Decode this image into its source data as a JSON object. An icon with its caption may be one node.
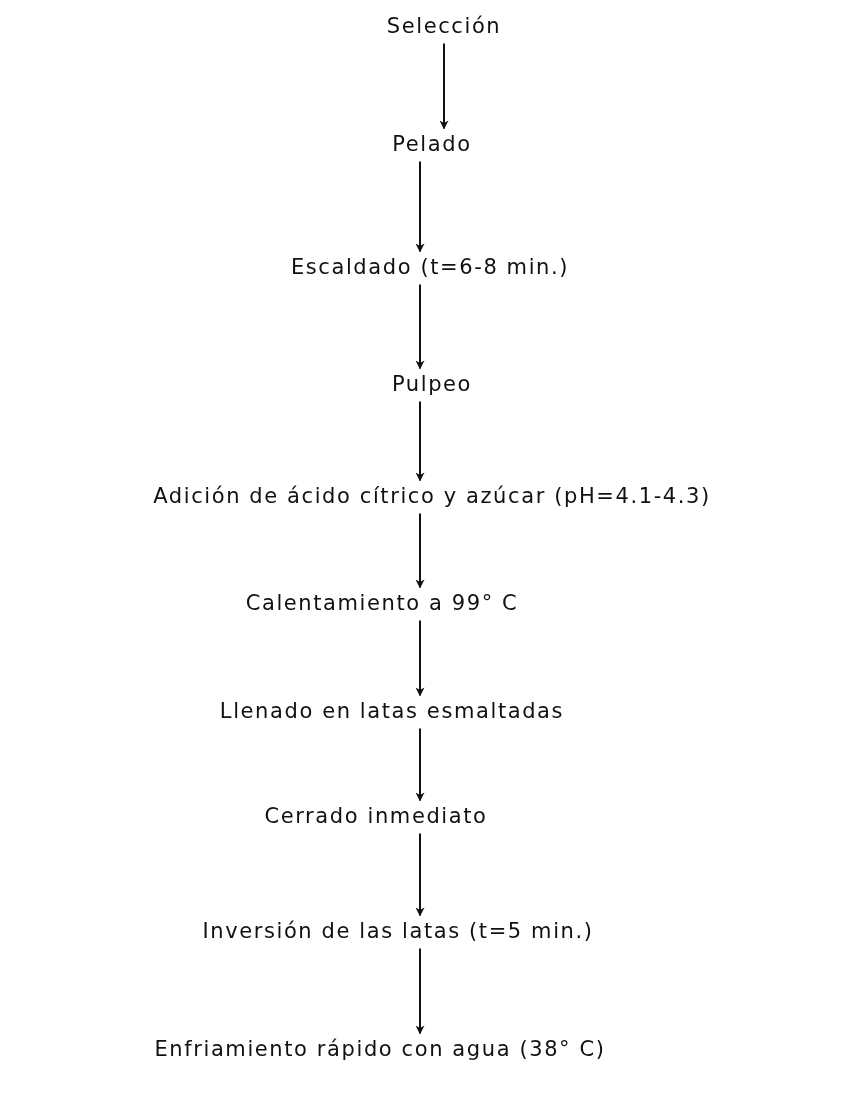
{
  "diagram": {
    "nodes": [
      {
        "text": [
          "Selección"
        ]
      },
      {
        "text": [
          "Pelado"
        ]
      },
      {
        "text": [
          "Escaldado (t=6-8 min.)"
        ]
      },
      {
        "text": [
          "Pulpeo"
        ]
      },
      {
        "text": [
          "Adición de ácido cítrico y azúcar (pH=4.1-4.3)"
        ]
      },
      {
        "text": [
          "Calentamiento a 99° C"
        ]
      },
      {
        "text": [
          "Llenado en latas esmaltadas"
        ]
      },
      {
        "text": [
          "Cerrado inmediato"
        ]
      },
      {
        "text": [
          "Inversión de las latas (t=5 min.)"
        ]
      },
      {
        "text": [
          "Enfriamiento rápido con agua (38° C)"
        ]
      }
    ],
    "edges": [
      {
        "from": 0,
        "to": 1,
        "arrow": "to"
      },
      {
        "from": 1,
        "to": 2,
        "arrow": "to"
      },
      {
        "from": 2,
        "to": 3,
        "arrow": "to"
      },
      {
        "from": 3,
        "to": 4,
        "arrow": "to"
      },
      {
        "from": 4,
        "to": 5,
        "arrow": "to"
      },
      {
        "from": 5,
        "to": 6,
        "arrow": "to"
      },
      {
        "from": 6,
        "to": 7,
        "arrow": "to"
      },
      {
        "from": 7,
        "to": 8,
        "arrow": "to"
      },
      {
        "from": 8,
        "to": 9,
        "arrow": "to"
      }
    ]
  }
}
